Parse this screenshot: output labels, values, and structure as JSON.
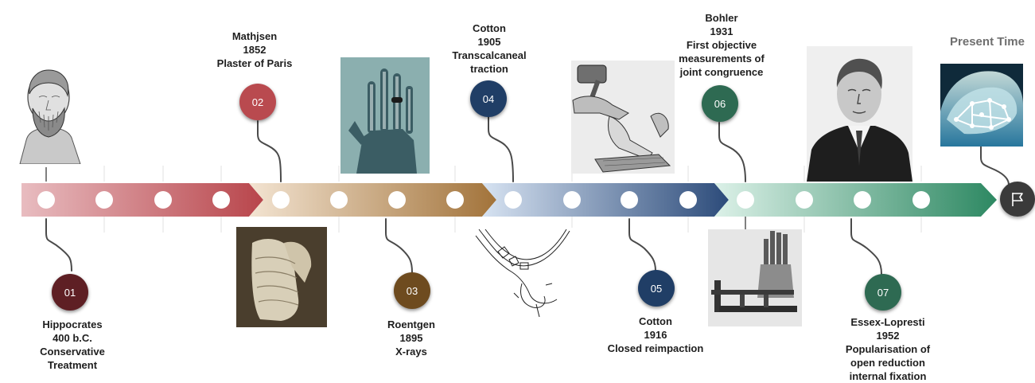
{
  "present_time": "Present Time",
  "milestones": [
    {
      "num": "01",
      "color": "#5e1f24",
      "lines": [
        "Hippocrates",
        "400 b.C.",
        "Conservative",
        "Treatment"
      ]
    },
    {
      "num": "02",
      "color": "#b94a4f",
      "lines": [
        "Mathjsen",
        "1852",
        "Plaster of Paris"
      ]
    },
    {
      "num": "03",
      "color": "#6e4b1f",
      "lines": [
        "Roentgen",
        "1895",
        "X-rays"
      ]
    },
    {
      "num": "04",
      "color": "#203e66",
      "lines": [
        "Cotton",
        "1905",
        "Transcalcaneal",
        "traction"
      ]
    },
    {
      "num": "05",
      "color": "#203e66",
      "lines": [
        "Cotton",
        "1916",
        "Closed reimpaction"
      ]
    },
    {
      "num": "06",
      "color": "#2e6a52",
      "lines": [
        "Bohler",
        "1931",
        "First objective",
        "measurements of",
        "joint congruence"
      ]
    },
    {
      "num": "07",
      "color": "#2e6a52",
      "lines": [
        "Essex-Lopresti",
        "1952",
        "Popularisation of",
        "open reduction",
        "internal fixation"
      ]
    }
  ],
  "images": [
    {
      "name": "hippocrates-bust-image",
      "desc": "bust"
    },
    {
      "name": "xray-hand-image",
      "desc": "xray"
    },
    {
      "name": "plaster-cast-image",
      "desc": "cast"
    },
    {
      "name": "foot-traction-drawing-image",
      "desc": "drawing"
    },
    {
      "name": "foot-diagram-image",
      "desc": "diagram"
    },
    {
      "name": "hand-fixator-image",
      "desc": "fixator"
    },
    {
      "name": "portrait-image",
      "desc": "portrait"
    },
    {
      "name": "calcaneus-plate-image",
      "desc": "plate"
    }
  ],
  "colors": {
    "segment1": [
      "#e6b3b6",
      "#b94a4f"
    ],
    "segment2": [
      "#f2e2cf",
      "#a3773c"
    ],
    "segment3": [
      "#d5e0f0",
      "#2d4d7c"
    ],
    "segment4": [
      "#d7efe5",
      "#2e8a64"
    ]
  }
}
